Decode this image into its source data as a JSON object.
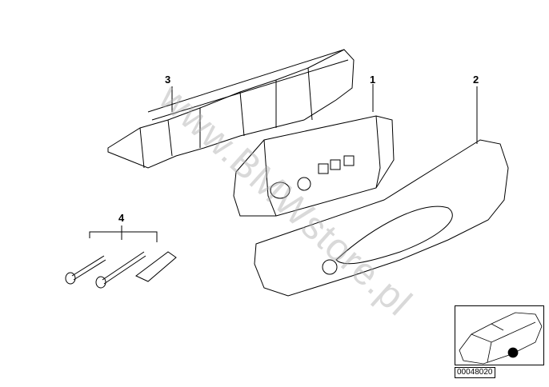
{
  "labels": {
    "part1": "1",
    "part2": "2",
    "part3": "3",
    "part4": "4"
  },
  "watermark": "www.BMWstore.pl",
  "diagram_code": "00048020"
}
